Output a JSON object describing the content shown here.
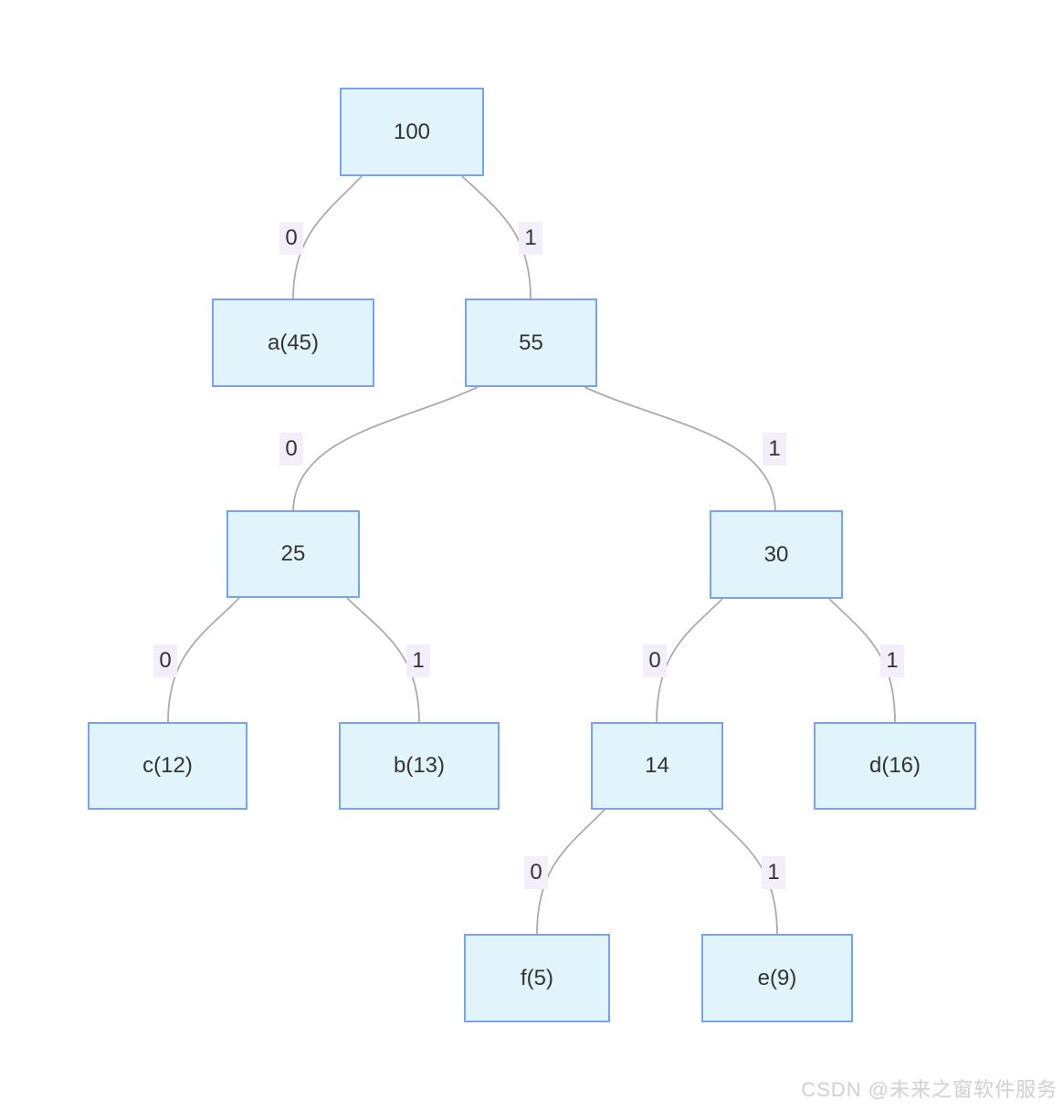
{
  "diagram": {
    "kind": "huffman-tree",
    "colors": {
      "node_fill": "#e1f3fb",
      "node_border": "#76a4f3",
      "edge_line": "#ababab",
      "edge_label_bg": "#f4edfa",
      "text": "#333333",
      "background": "#ffffff",
      "watermark_text": "#d3d3d3"
    },
    "nodes": [
      {
        "id": "root",
        "label": "100"
      },
      {
        "id": "a",
        "label": "a(45)"
      },
      {
        "id": "n55",
        "label": "55"
      },
      {
        "id": "n25",
        "label": "25"
      },
      {
        "id": "n30",
        "label": "30"
      },
      {
        "id": "c",
        "label": "c(12)"
      },
      {
        "id": "b",
        "label": "b(13)"
      },
      {
        "id": "n14",
        "label": "14"
      },
      {
        "id": "d",
        "label": "d(16)"
      },
      {
        "id": "f",
        "label": "f(5)"
      },
      {
        "id": "e",
        "label": "e(9)"
      }
    ],
    "edges": [
      {
        "from": "100",
        "to": "a(45)",
        "label": "0"
      },
      {
        "from": "100",
        "to": "55",
        "label": "1"
      },
      {
        "from": "55",
        "to": "25",
        "label": "0"
      },
      {
        "from": "55",
        "to": "30",
        "label": "1"
      },
      {
        "from": "25",
        "to": "c(12)",
        "label": "0"
      },
      {
        "from": "25",
        "to": "b(13)",
        "label": "1"
      },
      {
        "from": "30",
        "to": "14",
        "label": "0"
      },
      {
        "from": "30",
        "to": "d(16)",
        "label": "1"
      },
      {
        "from": "14",
        "to": "f(5)",
        "label": "0"
      },
      {
        "from": "14",
        "to": "e(9)",
        "label": "1"
      }
    ]
  },
  "watermark": {
    "text": "CSDN @未来之窗软件服务"
  }
}
